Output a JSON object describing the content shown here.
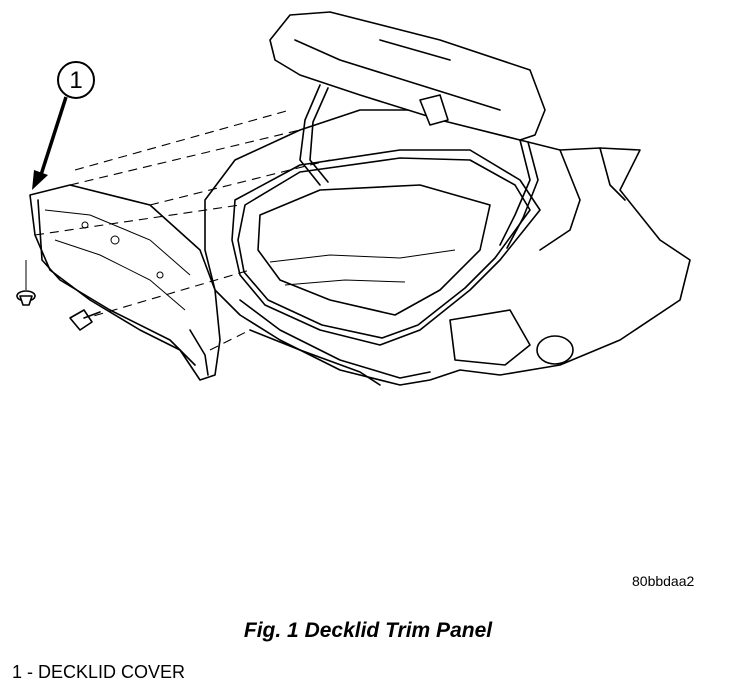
{
  "figure": {
    "callout_number": "1",
    "reference_code": "80bbdaa2",
    "caption": "Fig. 1 Decklid Trim Panel",
    "legend": [
      {
        "text": "1 - DECKLID COVER"
      }
    ],
    "icons": [
      "callout-circle",
      "arrow",
      "push-pin-fastener",
      "panel-clip"
    ]
  }
}
